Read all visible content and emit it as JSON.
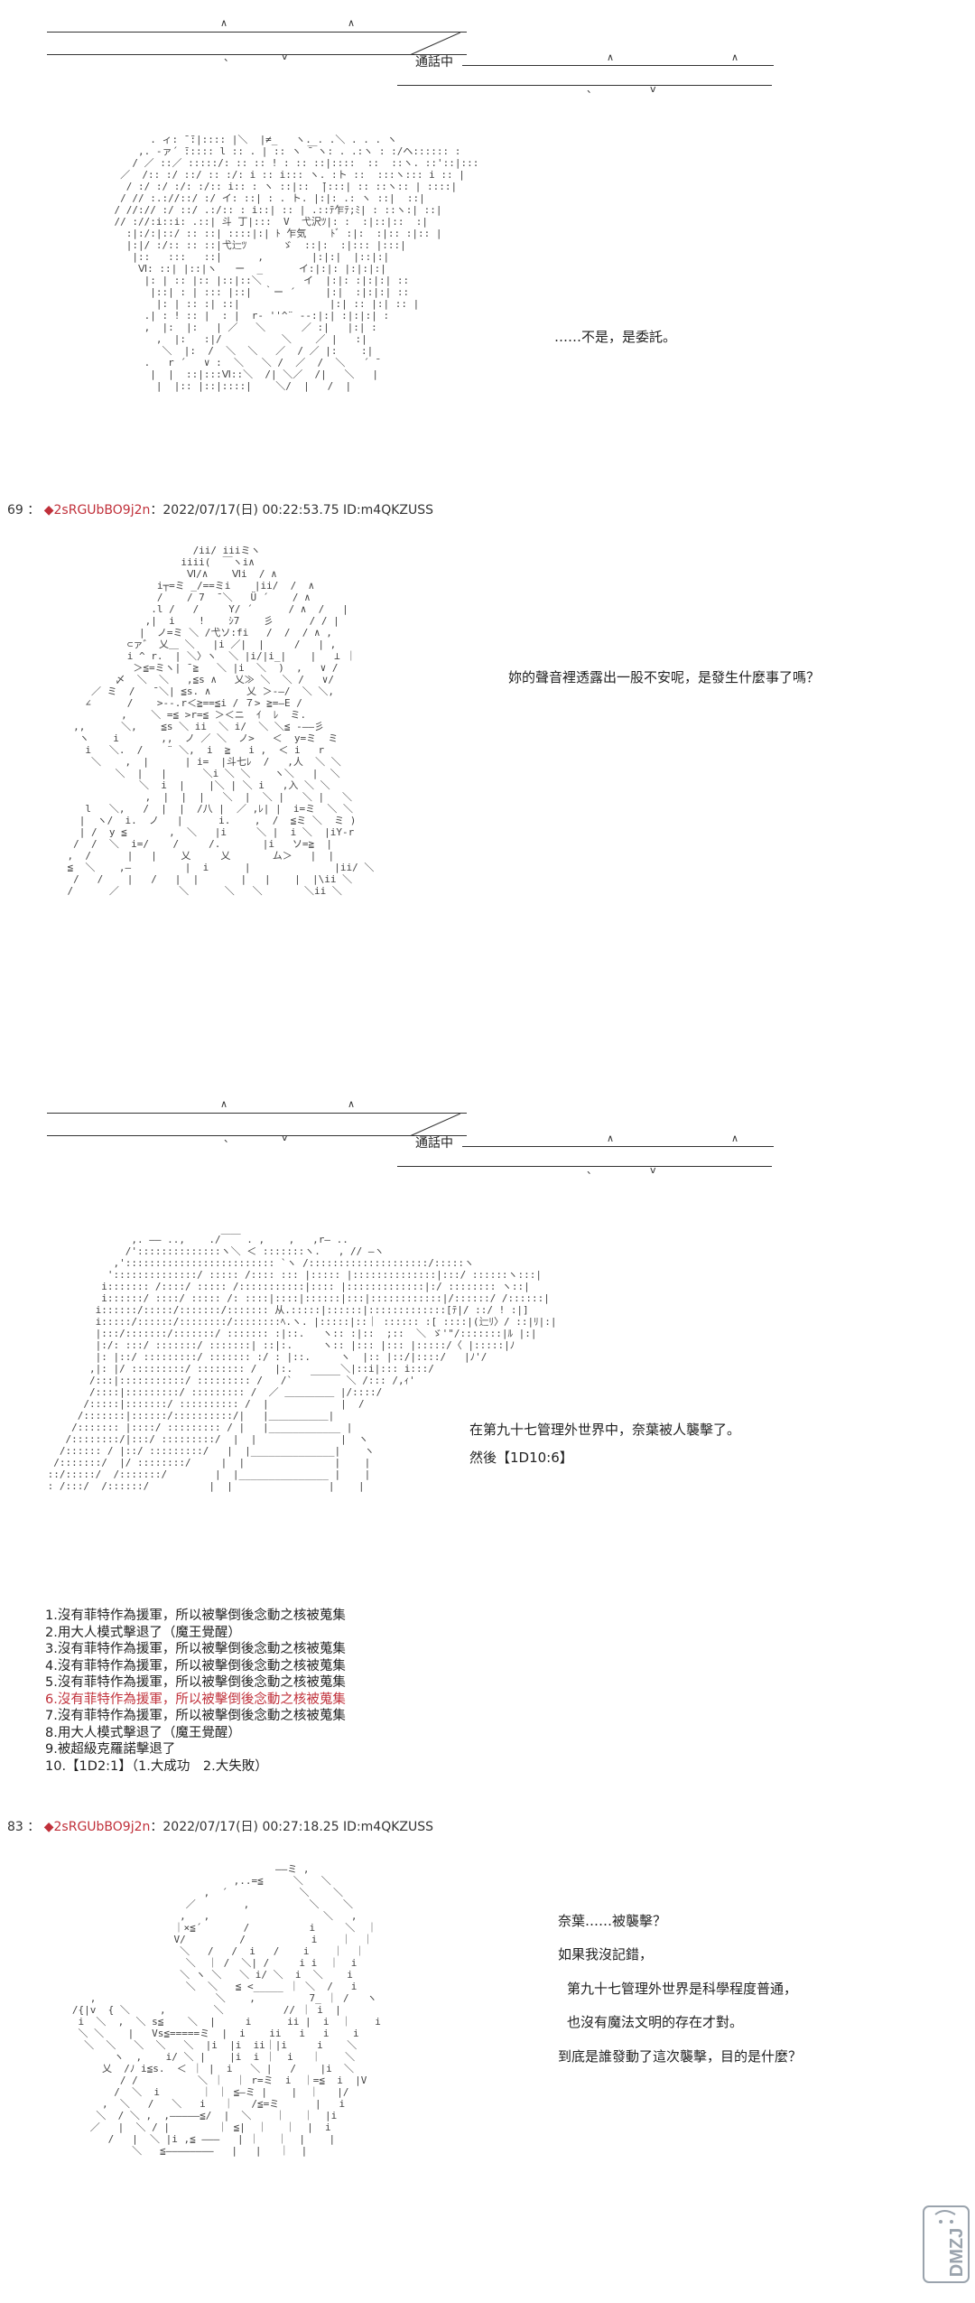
{
  "call_banner_1": {
    "label": "通話中"
  },
  "panel_1": {
    "dialogue": "……不是，是委託。"
  },
  "post_69": {
    "number": "69",
    "separator": "：",
    "trip": "2sRGUbBO9j2n",
    "meta": "：2022/07/17(日) 00:22:53.75 ID:m4QKZUSS"
  },
  "panel_2": {
    "dialogue": "妳的聲音裡透露出一股不安呢，是發生什麼事了嗎？"
  },
  "call_banner_2": {
    "label": "通話中"
  },
  "panel_3": {
    "line1": "在第九十七管理外世界中，奈葉被人襲擊了。",
    "line2": "然後【1D10:6】"
  },
  "choices": [
    {
      "text": "1.沒有菲特作為援軍，所以被擊倒後念動之核被蒐集",
      "highlight": false
    },
    {
      "text": "2.用大人模式擊退了（魔王覺醒）",
      "highlight": false
    },
    {
      "text": "3.沒有菲特作為援軍，所以被擊倒後念動之核被蒐集",
      "highlight": false
    },
    {
      "text": "4.沒有菲特作為援軍，所以被擊倒後念動之核被蒐集",
      "highlight": false
    },
    {
      "text": "5.沒有菲特作為援軍，所以被擊倒後念動之核被蒐集",
      "highlight": false
    },
    {
      "text": "6.沒有菲特作為援軍，所以被擊倒後念動之核被蒐集",
      "highlight": true
    },
    {
      "text": "7.沒有菲特作為援軍，所以被擊倒後念動之核被蒐集",
      "highlight": false
    },
    {
      "text": "8.用大人模式擊退了（魔王覺醒）",
      "highlight": false
    },
    {
      "text": "9.被超級克羅諾擊退了",
      "highlight": false
    },
    {
      "text": "10.【1D2:1】（1.大成功　2.大失敗）",
      "highlight": false
    }
  ],
  "post_83": {
    "number": "83",
    "separator": "：",
    "trip": "2sRGUbBO9j2n",
    "meta": "：2022/07/17(日) 00:27:18.25 ID:m4QKZUSS"
  },
  "panel_4": {
    "line1": "奈葉……被襲擊？",
    "line2": "如果我沒記錯，",
    "line3": "第九十七管理外世界是科學程度普通，",
    "line4": "也沒有魔法文明的存在才對。",
    "line5": "到底是誰發動了這次襲擊，目的是什麼？"
  },
  "watermark": {
    "text": "DMZJ"
  },
  "icons": {
    "post_marker": "red-diamond-icon"
  },
  "colors": {
    "highlight": "#c0303a",
    "text": "#222222"
  }
}
